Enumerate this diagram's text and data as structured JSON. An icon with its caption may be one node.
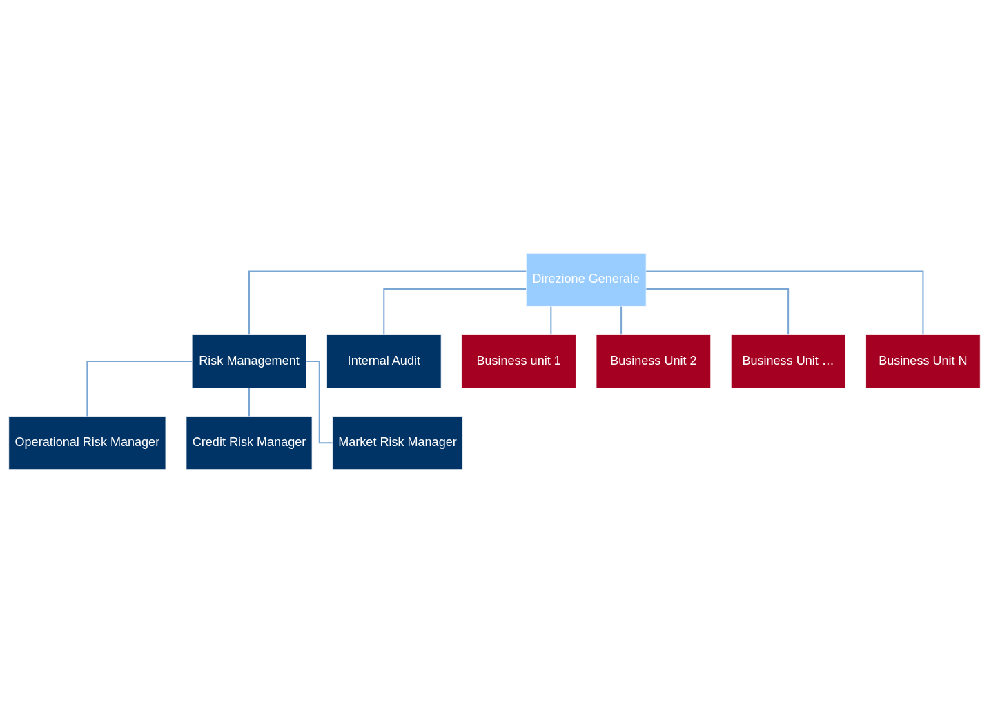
{
  "diagram": {
    "nodes": [
      {
        "text": [
          "Direzione Generale"
        ]
      },
      {
        "text": [
          "Risk Management"
        ]
      },
      {
        "text": [
          "Internal Audit"
        ]
      },
      {
        "text": [
          "Operational Risk Manager"
        ]
      },
      {
        "text": [
          "Credit Risk Manager"
        ]
      },
      {
        "text": [
          "Market Risk Manager"
        ]
      },
      {
        "text": [
          "Business unit 1"
        ]
      },
      {
        "text": [
          "Business Unit 2"
        ]
      },
      {
        "text": [
          "Business Unit …"
        ]
      },
      {
        "text": [
          "Business Unit N"
        ]
      }
    ],
    "edges": [
      {
        "from": 0,
        "to": 1,
        "arrow": "none"
      },
      {
        "from": 0,
        "to": 2,
        "arrow": "none"
      },
      {
        "from": 1,
        "to": 3,
        "arrow": "none"
      },
      {
        "from": 1,
        "to": 4,
        "arrow": "none"
      },
      {
        "from": 1,
        "to": 5,
        "arrow": "none"
      },
      {
        "from": 0,
        "to": 6,
        "arrow": "none"
      },
      {
        "from": 0,
        "to": 7,
        "arrow": "none"
      },
      {
        "from": 0,
        "to": 8,
        "arrow": "none"
      },
      {
        "from": 0,
        "to": 9,
        "arrow": "none"
      }
    ]
  }
}
